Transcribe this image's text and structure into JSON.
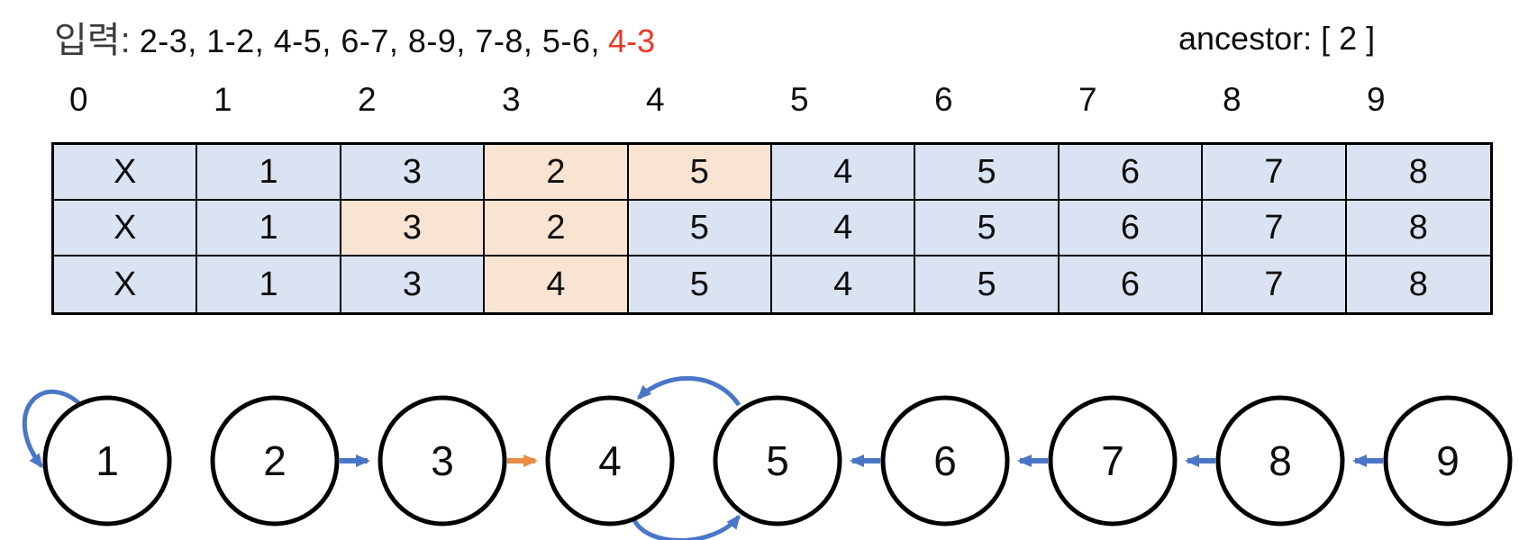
{
  "header": {
    "input_label": "입력:",
    "input_list": "2-3, 1-2, 4-5, 6-7, 8-9, 7-8, 5-6,",
    "input_highlight": "4-3",
    "ancestor_label": "ancestor: [ 2 ]"
  },
  "array_table": {
    "index_labels": [
      "0",
      "1",
      "2",
      "3",
      "4",
      "5",
      "6",
      "7",
      "8",
      "9"
    ],
    "rows": [
      {
        "cells": [
          "X",
          "1",
          "3",
          "2",
          "5",
          "4",
          "5",
          "6",
          "7",
          "8"
        ],
        "highlighted_columns": [
          3,
          4
        ]
      },
      {
        "cells": [
          "X",
          "1",
          "3",
          "2",
          "5",
          "4",
          "5",
          "6",
          "7",
          "8"
        ],
        "highlighted_columns": [
          2,
          3
        ]
      },
      {
        "cells": [
          "X",
          "1",
          "3",
          "4",
          "5",
          "4",
          "5",
          "6",
          "7",
          "8"
        ],
        "highlighted_columns": [
          3
        ]
      }
    ]
  },
  "graph": {
    "nodes": [
      {
        "label": "1"
      },
      {
        "label": "2"
      },
      {
        "label": "3"
      },
      {
        "label": "4"
      },
      {
        "label": "5"
      },
      {
        "label": "6"
      },
      {
        "label": "7"
      },
      {
        "label": "8"
      },
      {
        "label": "9"
      }
    ],
    "edges": [
      {
        "from": "1",
        "to": "1",
        "color": "blue",
        "style": "self-loop-left"
      },
      {
        "from": "2",
        "to": "3",
        "color": "blue",
        "style": "straight-right"
      },
      {
        "from": "3",
        "to": "4",
        "color": "orange",
        "style": "straight-right"
      },
      {
        "from": "5",
        "to": "4",
        "color": "blue",
        "style": "curved-top"
      },
      {
        "from": "4",
        "to": "5",
        "color": "blue",
        "style": "curved-bottom"
      },
      {
        "from": "6",
        "to": "5",
        "color": "blue",
        "style": "straight-left"
      },
      {
        "from": "7",
        "to": "6",
        "color": "blue",
        "style": "straight-left"
      },
      {
        "from": "8",
        "to": "7",
        "color": "blue",
        "style": "straight-left"
      },
      {
        "from": "9",
        "to": "8",
        "color": "blue",
        "style": "straight-left"
      }
    ]
  },
  "colors": {
    "cell_blue": "#dae3f2",
    "cell_peach": "#f9e4d2",
    "arrow_blue": "#4a76c7",
    "arrow_orange": "#e88c46",
    "highlight_red": "#ea3829",
    "input_label_gray": "#3b3b3b",
    "border_black": "#000000"
  }
}
